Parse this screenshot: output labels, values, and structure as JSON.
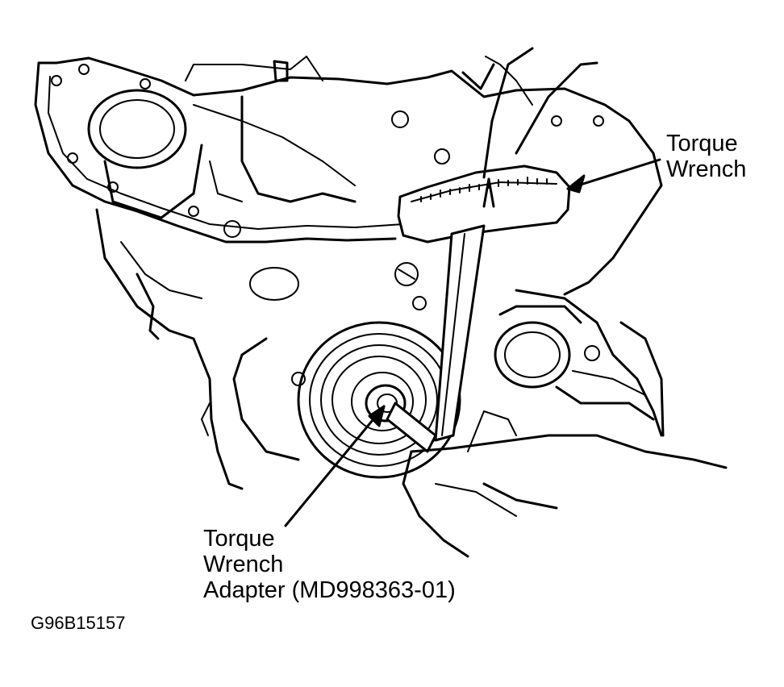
{
  "figure": {
    "callouts": {
      "torque_wrench": [
        "Torque",
        "Wrench"
      ],
      "adapter": [
        "Torque",
        "Wrench",
        "Adapter (MD998363-01)"
      ]
    },
    "figure_id": "G96B15157"
  },
  "colors": {
    "ink": "#000000",
    "paper": "#ffffff"
  }
}
